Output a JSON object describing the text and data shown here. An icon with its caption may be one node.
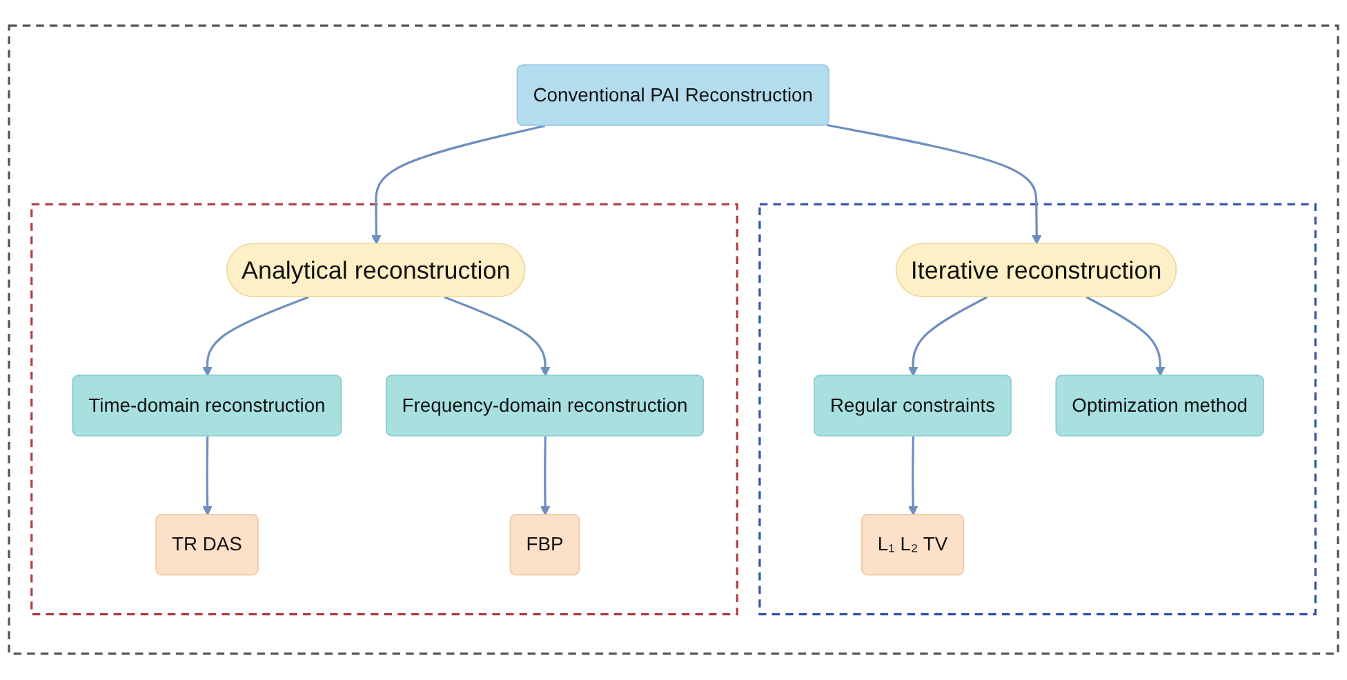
{
  "diagram": {
    "nodes": [
      {
        "text": [],
        "shape": "box"
      },
      {
        "text": [
          "Conventional PAI Reconstruction"
        ],
        "in": 0
      },
      {
        "text": [],
        "shape": "box",
        "in": 0
      },
      {
        "text": [
          "Analytical reconstruction"
        ],
        "in": 2
      },
      {
        "text": [
          "Time-domain reconstruction"
        ],
        "in": 2
      },
      {
        "text": [
          "Frequency-domain reconstruction"
        ],
        "in": 2
      },
      {
        "text": [
          "TR DAS"
        ],
        "in": 2
      },
      {
        "text": [
          "FBP"
        ],
        "in": 2
      },
      {
        "text": [],
        "shape": "box",
        "in": 0
      },
      {
        "text": [
          "Iterative reconstruction"
        ],
        "in": 8
      },
      {
        "text": [
          "Regular constraints"
        ],
        "in": 8
      },
      {
        "text": [
          "Optimization method"
        ],
        "in": 8
      },
      {
        "text": [
          "L₁ L₂ TV"
        ],
        "in": 8
      }
    ],
    "edges": [
      {
        "from": 1,
        "to": 3,
        "arrow": "to"
      },
      {
        "from": 1,
        "to": 9,
        "arrow": "to"
      },
      {
        "from": 3,
        "to": 4,
        "arrow": "to"
      },
      {
        "from": 3,
        "to": 5,
        "arrow": "to"
      },
      {
        "from": 4,
        "to": 6,
        "arrow": "to"
      },
      {
        "from": 5,
        "to": 7,
        "arrow": "to"
      },
      {
        "from": 9,
        "to": 10,
        "arrow": "to"
      },
      {
        "from": 9,
        "to": 11,
        "arrow": "to"
      },
      {
        "from": 10,
        "to": 12,
        "arrow": "to"
      }
    ]
  }
}
